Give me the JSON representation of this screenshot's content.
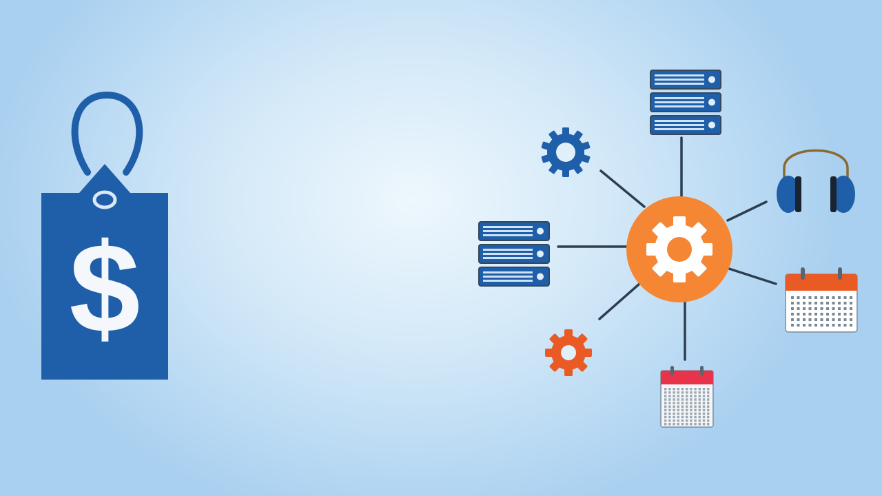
{
  "price_tag": {
    "symbol": "$"
  },
  "network": {
    "hub": {
      "icon": "gear-icon"
    },
    "nodes": [
      {
        "name": "server-rack-top",
        "icon": "server-icon"
      },
      {
        "name": "server-rack-left",
        "icon": "server-icon"
      },
      {
        "name": "gear-blue",
        "icon": "gear-icon"
      },
      {
        "name": "gear-orange",
        "icon": "gear-icon"
      },
      {
        "name": "headphones",
        "icon": "headphones-icon"
      },
      {
        "name": "calendar-right",
        "icon": "calendar-icon"
      },
      {
        "name": "calendar-bottom",
        "icon": "calendar-icon"
      }
    ]
  },
  "colors": {
    "primary_blue": "#1f5ea8",
    "orange": "#f58634",
    "red_orange": "#ea5a24",
    "line": "#2c3e50",
    "background_light": "#eef7fd",
    "background_edge": "#a9d0f0"
  }
}
